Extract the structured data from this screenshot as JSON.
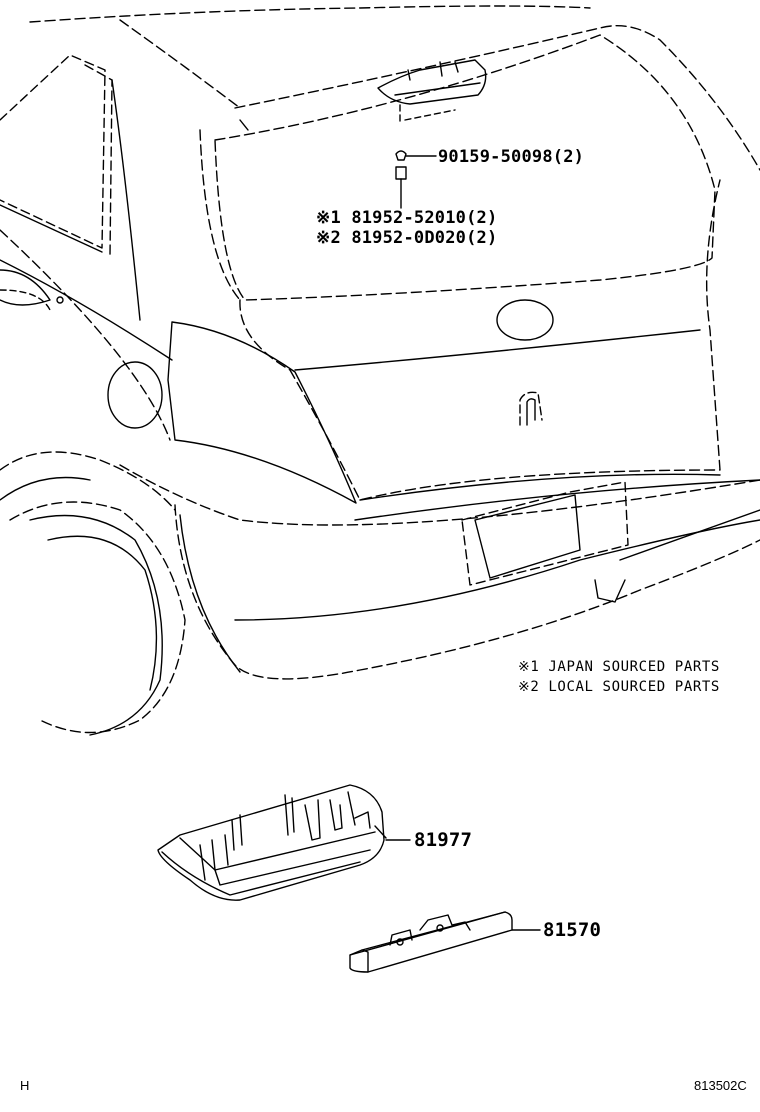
{
  "callouts": {
    "screw": "90159-50098(2)",
    "clip_japan": "※1 81952-52010(2)",
    "clip_local": "※2 81952-0D020(2)",
    "cover": "81977",
    "lamp": "81570"
  },
  "notes": {
    "japan": "※1 JAPAN SOURCED PARTS",
    "local": "※2 LOCAL SOURCED PARTS"
  },
  "footer": {
    "left": "H",
    "right": "813502C"
  },
  "colors": {
    "line": "#000000",
    "background": "#ffffff"
  }
}
